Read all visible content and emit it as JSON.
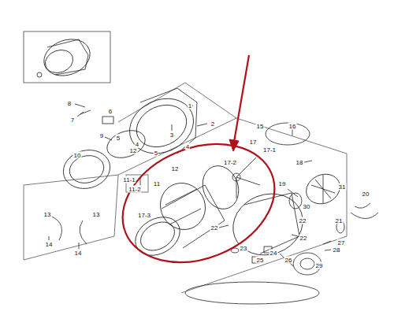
{
  "diagram": {
    "labels": [
      "8",
      "7",
      "6",
      "1",
      "2",
      "3",
      "5",
      "4",
      "12",
      "5",
      "4",
      "12",
      "9",
      "10",
      "11-1",
      "11",
      "11-2",
      "13",
      "13",
      "14",
      "14",
      "15",
      "16",
      "17",
      "17-1",
      "17-2",
      "18",
      "19",
      "31",
      "20",
      "30",
      "17-3",
      "22",
      "22",
      "21",
      "22",
      "27",
      "28",
      "23",
      "24",
      "25",
      "26",
      "29"
    ]
  }
}
